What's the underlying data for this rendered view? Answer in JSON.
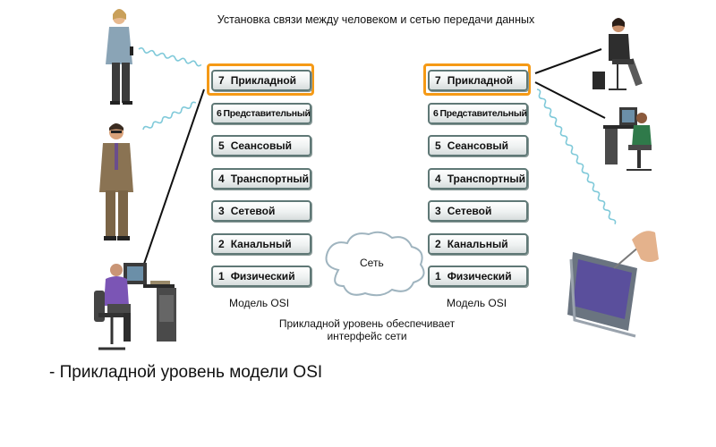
{
  "title": "Установка связи между человеком и сетью передачи данных",
  "left_stack": {
    "layers": [
      {
        "num": "7",
        "name": "Прикладной",
        "highlighted": true
      },
      {
        "num": "6",
        "name": "Представительный"
      },
      {
        "num": "5",
        "name": "Сеансовый"
      },
      {
        "num": "4",
        "name": "Транспортный"
      },
      {
        "num": "3",
        "name": "Сетевой"
      },
      {
        "num": "2",
        "name": "Канальный"
      },
      {
        "num": "1",
        "name": "Физический"
      }
    ],
    "label": "Модель OSI"
  },
  "right_stack": {
    "layers": [
      {
        "num": "7",
        "name": "Прикладной",
        "highlighted": true
      },
      {
        "num": "6",
        "name": "Представительный"
      },
      {
        "num": "5",
        "name": "Сеансовый"
      },
      {
        "num": "4",
        "name": "Транспортный"
      },
      {
        "num": "3",
        "name": "Сетевой"
      },
      {
        "num": "2",
        "name": "Канальный"
      },
      {
        "num": "1",
        "name": "Физический"
      }
    ],
    "label": "Модель OSI"
  },
  "cloud": {
    "label": "Сеть"
  },
  "caption": {
    "line1": "Прикладной уровень обеспечивает",
    "line2": "интерфейс сети"
  },
  "bottom_text": "- Прикладной уровень модели OSI",
  "colors": {
    "highlight": "#f59a16",
    "layer_border": "#5f7876",
    "wireless": "#7fc9d9"
  }
}
